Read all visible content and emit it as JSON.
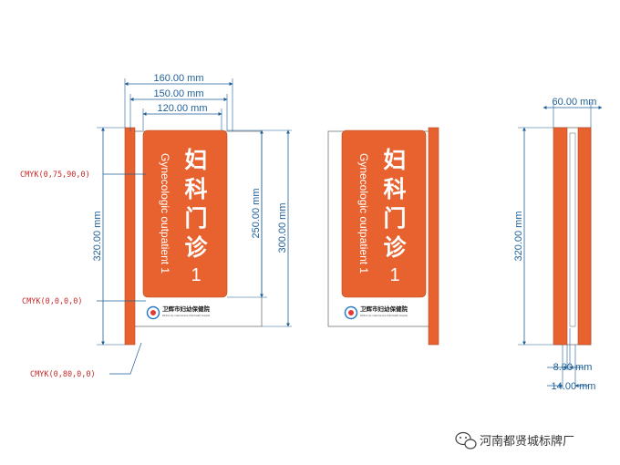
{
  "colors": {
    "orange": "#e8622f",
    "dim_line": "#1f5f96",
    "callout": "#c62828",
    "edge": "#d76a3c"
  },
  "front_view": {
    "dims": {
      "width_total": "160.00 mm",
      "width_mid": "150.00 mm",
      "width_panel": "120.00 mm",
      "height_total": "320.00 mm",
      "height_panel": "250.00 mm",
      "height_back": "300.00 mm"
    },
    "callouts": {
      "orange": "CMYK(0,75,90,0)",
      "white": "CMYK(0,0,0,0)",
      "red": "CMYK(0,80,0,0)"
    }
  },
  "sign": {
    "title_chars": [
      "妇",
      "科",
      "门",
      "诊"
    ],
    "number": "1",
    "english": "Gynecologic  outpatient  1",
    "logo_name": "卫辉市妇幼保健院",
    "logo_sub": "Weihui city maternal and child health hospital",
    "logo_icon": "hospital-logo-icon"
  },
  "side_view": {
    "dims": {
      "thickness": "60.00 mm",
      "height": "320.00 mm",
      "inner": "8.00 mm",
      "base": "14.00 mm"
    }
  },
  "watermark": {
    "icon": "wechat-icon",
    "text": "河南都贤城标牌厂"
  }
}
